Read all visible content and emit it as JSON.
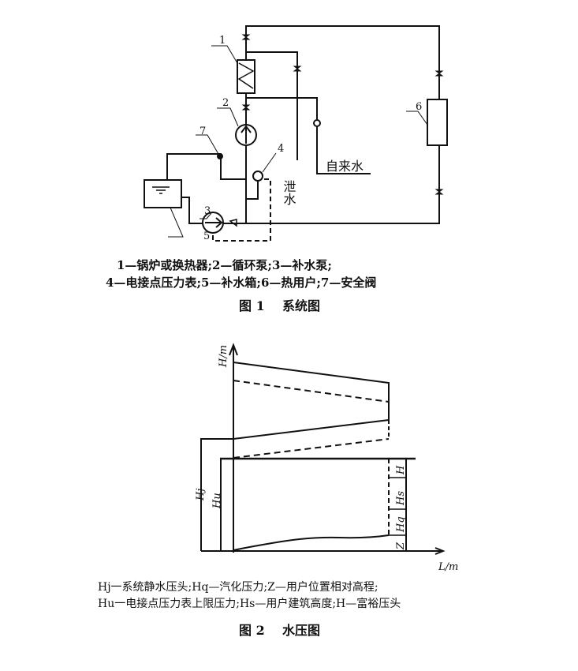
{
  "figure1": {
    "labels": [
      "1",
      "2",
      "3",
      "4",
      "5",
      "6",
      "7"
    ],
    "drain": "泄水",
    "tap_water": "自来水",
    "legend_line1": "1—锅炉或换热器;2—循环泵;3—补水泵;",
    "legend_line2": "4—电接点压力表;5—补水箱;6—热用户;7—安全阀",
    "caption": "图 1    系统图"
  },
  "figure2": {
    "y_axis_label": "H/m",
    "x_axis_label": "L/m",
    "labels": {
      "hj": "Hj",
      "hu": "Hu",
      "h": "H",
      "hs": "Hs",
      "hq": "Hq",
      "z": "Z"
    },
    "legend_line1": "Hj一系统静水压头;Hq—汽化压力;Z—用户位置相对高程;",
    "legend_line2": "Hu一电接点压力表上限压力;Hs—用户建筑高度;H—富裕压头",
    "caption": "图 2    水压图"
  }
}
